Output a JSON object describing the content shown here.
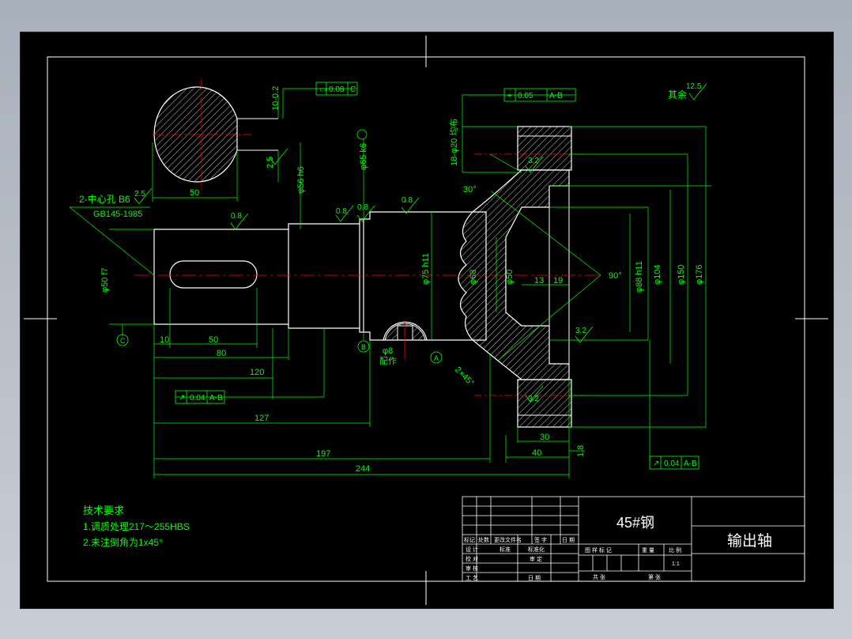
{
  "colors": {
    "background": "#000000",
    "outline": "#ffffff",
    "dimension": "#00ff00",
    "centerline": "#ff0000",
    "hatch": "#ffffff"
  },
  "title_block": {
    "material": "45#钢",
    "part_name": "输出轴",
    "scale": "1:1",
    "row_labels": [
      "标记",
      "处数",
      "更改文件名",
      "签 字",
      "日 期"
    ],
    "design_row": [
      "设 计",
      "标准",
      "标准化"
    ],
    "check_row": [
      "校 对",
      "审 定"
    ],
    "audit": "审 核",
    "process": "工 艺",
    "date": "日 期",
    "stage": "图 样 标 记",
    "weight": "重 量",
    "ratio": "比 例",
    "sheets_total": "共 张",
    "sheet_no": "第 张"
  },
  "tech_requirements": {
    "title": "技术要求",
    "items": [
      "1.调质处理217～255HBS",
      "2.未注倒角为1x45°"
    ]
  },
  "annotations": {
    "center_hole": "2-中心孔 B6",
    "center_hole_std": "GB145-1985",
    "rest_roughness": "其余",
    "rest_value": "12.5"
  },
  "dims": {
    "d50": "50",
    "d10": "10",
    "d80": "80",
    "d120": "120",
    "d127": "127",
    "d197": "197",
    "d244": "244",
    "d40": "40",
    "d30": "30",
    "d13": "13",
    "d19": "19",
    "d18": "1.8",
    "angle30": "30°",
    "angle90": "90°",
    "chamfer": "2×45°",
    "key_depth": "10-0.2",
    "key_width": "2.5",
    "shaft_d1": "φ50 f7",
    "shaft_d2": "φ56 h6",
    "shaft_d3": "φ65 k6",
    "shaft_d4": "φ75 h11",
    "shaft_d5": "φ68",
    "shaft_d6": "φ50",
    "shaft_d7": "φ104",
    "shaft_d8": "φ150",
    "shaft_d9": "φ176",
    "shaft_d10": "φ88 h11",
    "spline": "18-φ20 均布",
    "hole": "φ8",
    "hole_note": "配作"
  },
  "roughness": [
    "0.8",
    "0.8",
    "0.8",
    "0.8",
    "3.2",
    "3.2",
    "3.2",
    "2.5",
    "2.5"
  ],
  "tolerances": {
    "tol1_sym": "▭",
    "tol1_val": "0.08",
    "tol1_ref": "C",
    "tol2_sym": "⌖",
    "tol2_val": "0.05",
    "tol2_ref": "A-B",
    "tol3_sym": "↗",
    "tol3_val": "0.04",
    "tol3_ref": "A-B",
    "tol4_sym": "↗",
    "tol4_val": "0.04",
    "tol4_ref": "A-B"
  },
  "datums": [
    "C",
    "B",
    "A"
  ]
}
